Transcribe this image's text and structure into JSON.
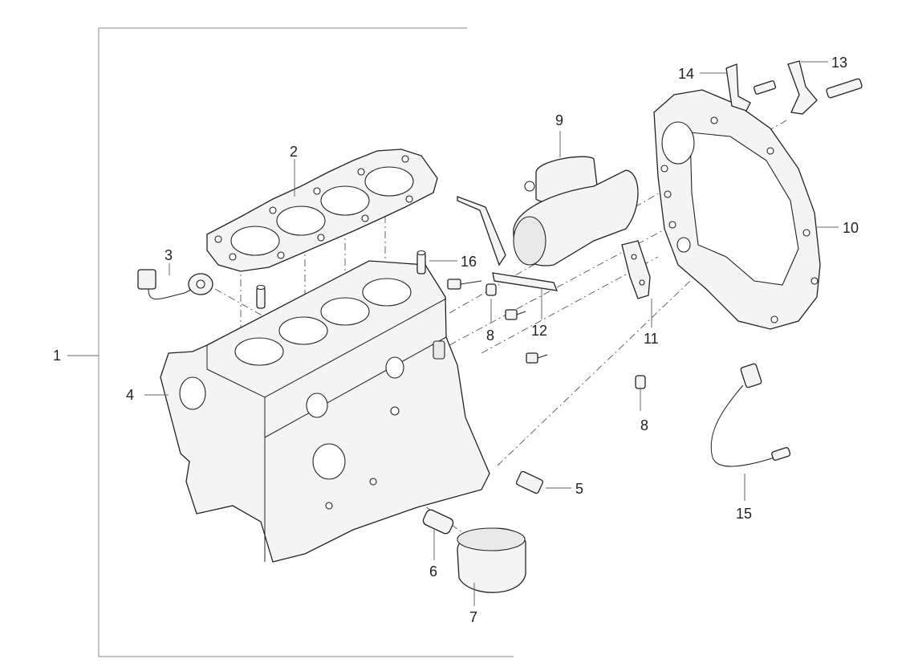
{
  "callouts": [
    {
      "id": "1",
      "text": "1"
    },
    {
      "id": "2",
      "text": "2"
    },
    {
      "id": "3",
      "text": "3"
    },
    {
      "id": "4",
      "text": "4"
    },
    {
      "id": "5",
      "text": "5"
    },
    {
      "id": "6",
      "text": "6"
    },
    {
      "id": "7",
      "text": "7"
    },
    {
      "id": "8a",
      "text": "8"
    },
    {
      "id": "8b",
      "text": "8"
    },
    {
      "id": "9",
      "text": "9"
    },
    {
      "id": "10",
      "text": "10"
    },
    {
      "id": "11",
      "text": "11"
    },
    {
      "id": "12",
      "text": "12"
    },
    {
      "id": "13",
      "text": "13"
    },
    {
      "id": "14",
      "text": "14"
    },
    {
      "id": "15",
      "text": "15"
    },
    {
      "id": "16",
      "text": "16"
    }
  ],
  "colors": {
    "line": "#222222",
    "leader": "#666666",
    "background": "#ffffff"
  }
}
